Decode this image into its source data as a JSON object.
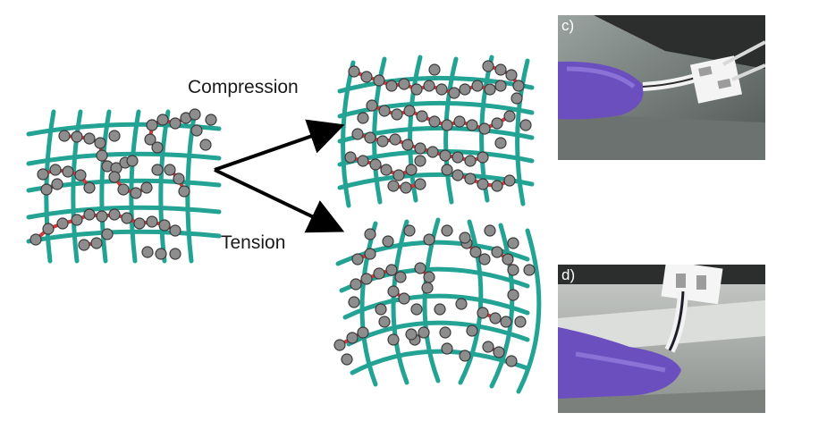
{
  "figure": {
    "labels": {
      "compression": "Compression",
      "tension": "Tension"
    },
    "panels": {
      "c": "c)",
      "d": "d)"
    },
    "colors": {
      "fiber": "#23a394",
      "chain_link": "#d8383a",
      "particle_fill": "#8d8d8d",
      "particle_stroke": "#3a3a3a",
      "arrow": "#000000",
      "glove": "#6b4fbf"
    }
  }
}
